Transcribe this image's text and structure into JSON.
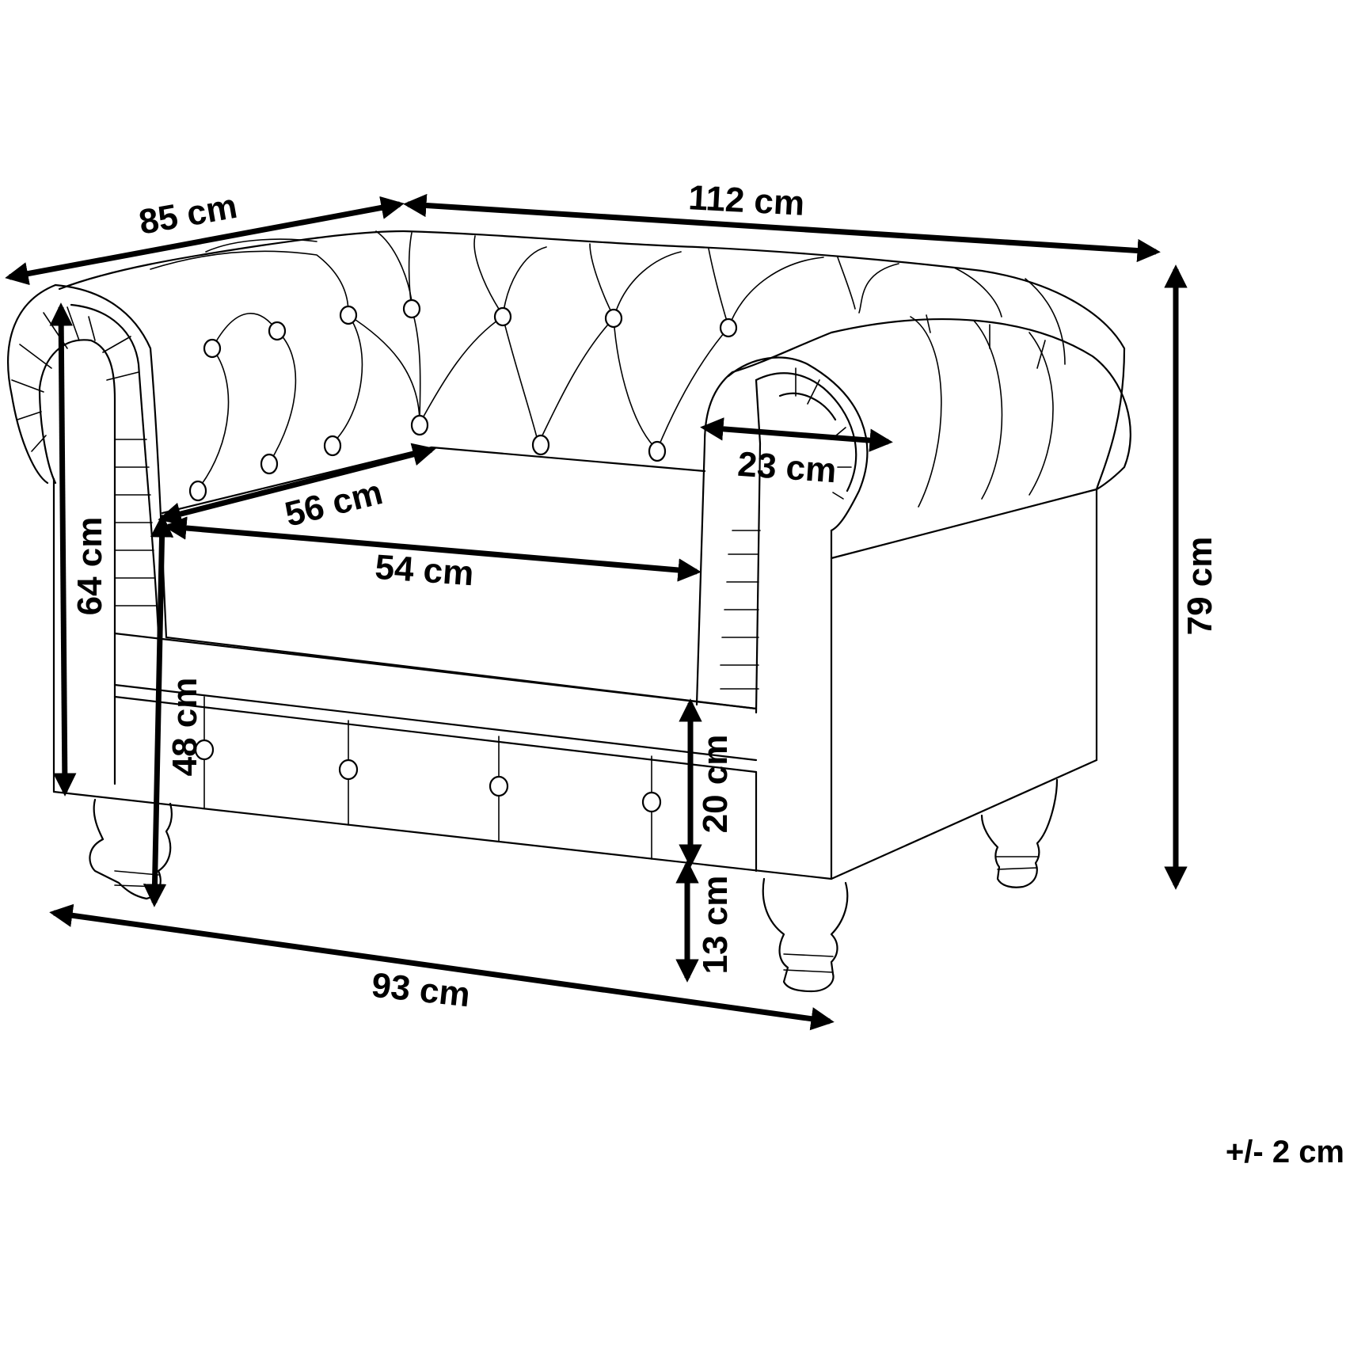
{
  "dimensions": {
    "depth": "85 cm",
    "width": "112 cm",
    "height": "79 cm",
    "arm_height": "64 cm",
    "seat_height": "48 cm",
    "seat_depth": "56 cm",
    "seat_width": "54 cm",
    "arm_width": "23 cm",
    "seat_thickness": "20 cm",
    "leg_height": "13 cm",
    "front_width": "93 cm"
  },
  "tolerance": "+/- 2 cm",
  "colors": {
    "line": "#000000",
    "background": "#ffffff"
  }
}
